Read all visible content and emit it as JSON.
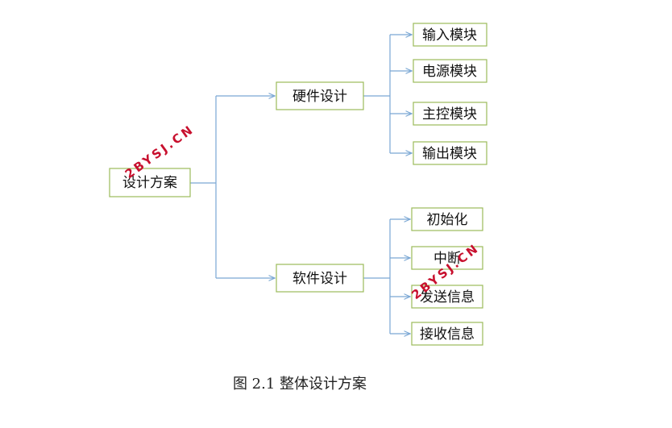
{
  "root": {
    "label": "设计方案"
  },
  "branches": [
    {
      "label": "硬件设计",
      "children": [
        "输入模块",
        "电源模块",
        "主控模块",
        "输出模块"
      ]
    },
    {
      "label": "软件设计",
      "children": [
        "初始化",
        "中断",
        "发送信息",
        "接收信息"
      ]
    }
  ],
  "caption": "图 2.1 整体设计方案",
  "watermark": "2BYSJ.CN",
  "colors": {
    "box_border": "#9bbb59",
    "connector": "#7aa7d4",
    "watermark": "#c8102e"
  }
}
